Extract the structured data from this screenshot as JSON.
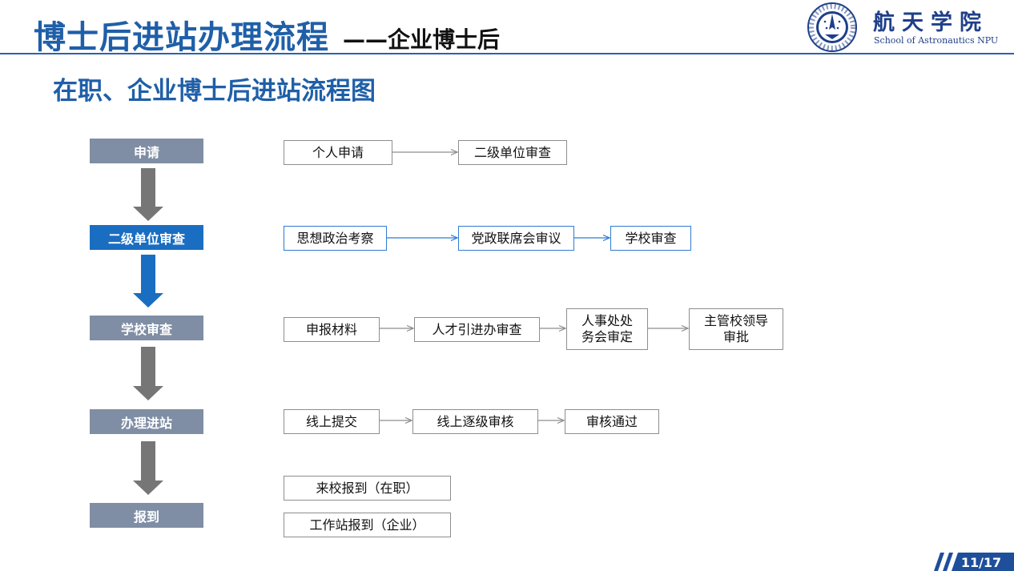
{
  "header": {
    "title": "博士后进站办理流程",
    "subtitle": "——企业博士后",
    "logo_name": "航天学院",
    "logo_en": "School of Astronautics NPU",
    "seal_text": "School of Astronautics NPU"
  },
  "section_title": "在职、企业博士后进站流程图",
  "stages": [
    {
      "label": "申请",
      "active": false
    },
    {
      "label": "二级单位审查",
      "active": true
    },
    {
      "label": "学校审查",
      "active": false
    },
    {
      "label": "办理进站",
      "active": false
    },
    {
      "label": "报到",
      "active": false
    }
  ],
  "flows": {
    "apply": [
      "个人申请",
      "二级单位审查"
    ],
    "unit_review": [
      "思想政治考察",
      "党政联席会审议",
      "学校审查"
    ],
    "school_review": [
      "申报材料",
      "人才引进办审查",
      "人事处处\n务会审定",
      "主管校领导\n审批"
    ],
    "entry": [
      "线上提交",
      "线上逐级审核",
      "审核通过"
    ],
    "report": [
      "来校报到（在职）",
      "工作站报到（企业）"
    ]
  },
  "colors": {
    "title_blue": "#1f5fa8",
    "stage_gray": "#7f8ea4",
    "stage_active": "#1a6ec2",
    "arrow_gray": "#767676",
    "node_border_blue": "#2f7bd3",
    "page_tag": "#1f4e9a"
  },
  "page": {
    "number": "11/17"
  }
}
